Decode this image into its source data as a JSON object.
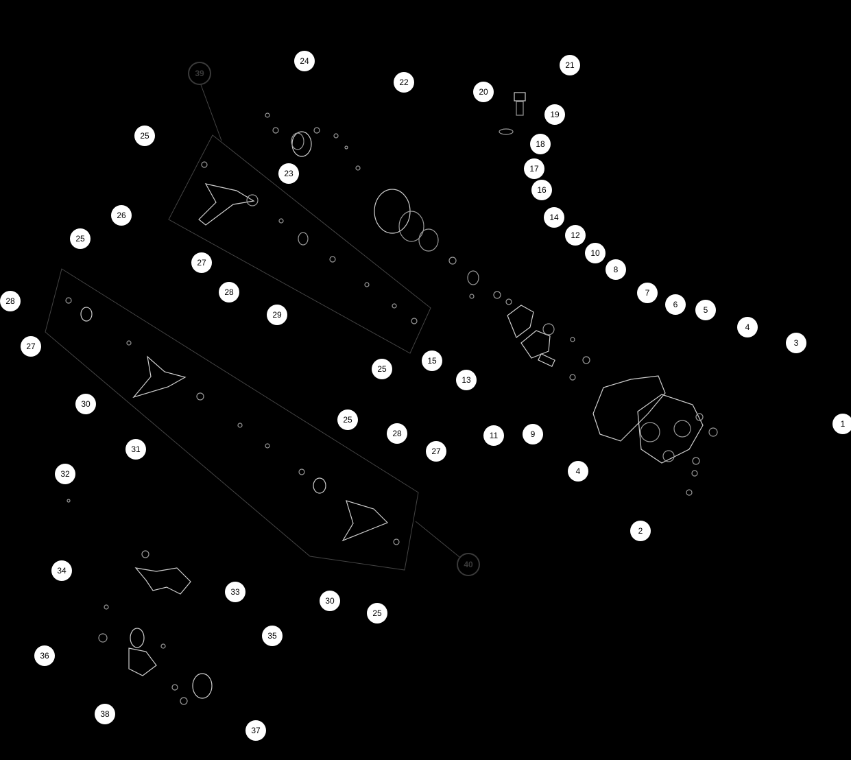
{
  "diagram": {
    "group_callouts": [
      {
        "id": "group-39",
        "label": "39"
      },
      {
        "id": "group-40",
        "label": "40"
      }
    ],
    "callouts": [
      {
        "label": "24"
      },
      {
        "label": "21"
      },
      {
        "label": "22"
      },
      {
        "label": "20"
      },
      {
        "label": "19"
      },
      {
        "label": "25"
      },
      {
        "label": "18"
      },
      {
        "label": "23"
      },
      {
        "label": "17"
      },
      {
        "label": "16"
      },
      {
        "label": "26"
      },
      {
        "label": "14"
      },
      {
        "label": "25"
      },
      {
        "label": "12"
      },
      {
        "label": "10"
      },
      {
        "label": "27"
      },
      {
        "label": "8"
      },
      {
        "label": "28"
      },
      {
        "label": "7"
      },
      {
        "label": "28"
      },
      {
        "label": "6"
      },
      {
        "label": "29"
      },
      {
        "label": "5"
      },
      {
        "label": "4"
      },
      {
        "label": "3"
      },
      {
        "label": "27"
      },
      {
        "label": "15"
      },
      {
        "label": "25"
      },
      {
        "label": "13"
      },
      {
        "label": "30"
      },
      {
        "label": "25"
      },
      {
        "label": "28"
      },
      {
        "label": "1"
      },
      {
        "label": "11"
      },
      {
        "label": "9"
      },
      {
        "label": "31"
      },
      {
        "label": "27"
      },
      {
        "label": "4"
      },
      {
        "label": "32"
      },
      {
        "label": "2"
      },
      {
        "label": "34"
      },
      {
        "label": "33"
      },
      {
        "label": "30"
      },
      {
        "label": "25"
      },
      {
        "label": "35"
      },
      {
        "label": "36"
      },
      {
        "label": "38"
      },
      {
        "label": "37"
      }
    ]
  }
}
